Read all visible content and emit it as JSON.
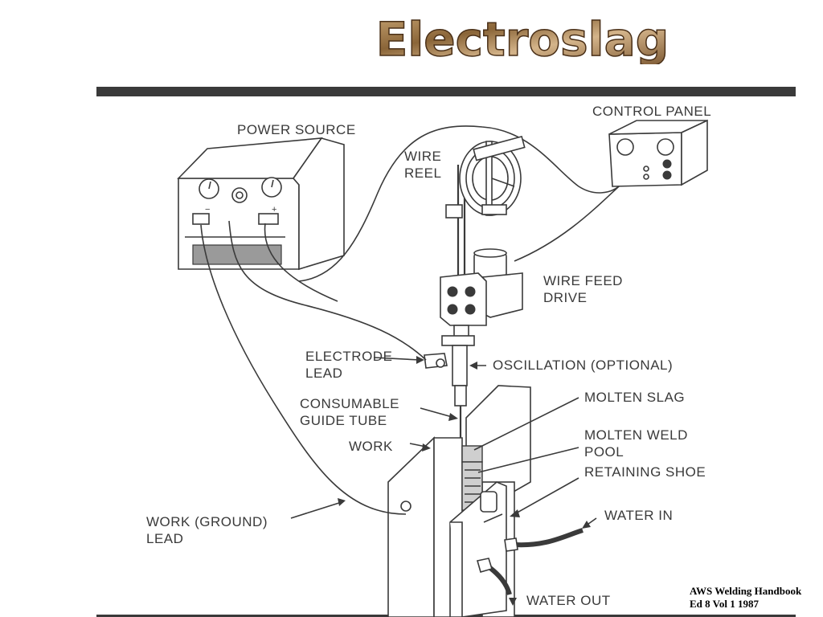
{
  "title": "Electroslag",
  "labels": {
    "power_source": "POWER SOURCE",
    "control_panel": "CONTROL PANEL",
    "wire_reel_1": "WIRE",
    "wire_reel_2": "REEL",
    "wire_feed_1": "WIRE FEED",
    "wire_feed_2": "DRIVE",
    "electrode_lead_1": "ELECTRODE",
    "electrode_lead_2": "LEAD",
    "oscillation": "OSCILLATION (OPTIONAL)",
    "consumable_1": "CONSUMABLE",
    "consumable_2": "GUIDE TUBE",
    "molten_slag": "MOLTEN SLAG",
    "work": "WORK",
    "molten_weld_1": "MOLTEN WELD",
    "molten_weld_2": "POOL",
    "retaining_shoe": "RETAINING SHOE",
    "water_in": "WATER IN",
    "work_lead_1": "WORK (GROUND)",
    "work_lead_2": "LEAD",
    "water_out": "WATER OUT",
    "terminal_minus": "−",
    "terminal_plus": "+"
  },
  "credit": {
    "line1": "AWS Welding Handbook",
    "line2": "Ed 8 Vol 1 1987"
  },
  "colors": {
    "ink": "#3a3a3a",
    "title_fill": "#a07a4a",
    "title_stroke": "#4a3018",
    "band": "#3a3a3a"
  }
}
